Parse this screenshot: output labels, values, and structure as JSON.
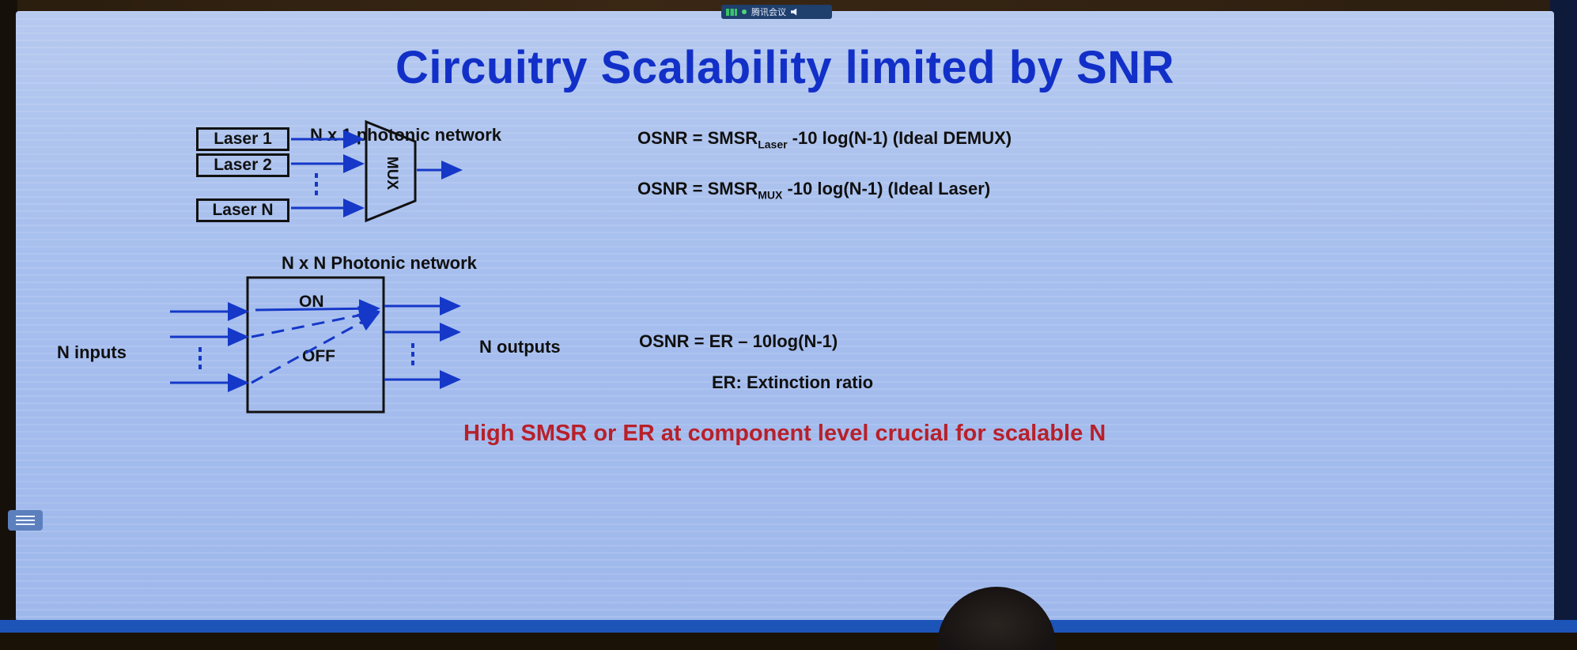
{
  "app": {
    "meeting_label": "腾讯会议"
  },
  "slide": {
    "title": "Circuitry Scalability limited by SNR",
    "network1": {
      "heading": "N x 1 photonic network",
      "lasers": [
        "Laser 1",
        "Laser 2",
        "Laser N"
      ],
      "mux_label": "MUX"
    },
    "network2": {
      "heading": "N x N Photonic network",
      "on_label": "ON",
      "off_label": "OFF",
      "inputs_label": "N inputs",
      "outputs_label": "N outputs"
    },
    "formulas": {
      "f1_prefix": "OSNR = SMSR",
      "f1_sub": "Laser",
      "f1_suffix": " -10 log(N-1) (Ideal DEMUX)",
      "f2_prefix": "OSNR = SMSR",
      "f2_sub": "MUX",
      "f2_suffix": " -10 log(N-1)  (Ideal Laser)",
      "f3": "OSNR = ER – 10log(N-1)",
      "f3_note": "ER: Extinction ratio"
    },
    "conclusion": "High SMSR or ER at component level crucial for scalable N"
  },
  "colors": {
    "title": "#1230c8",
    "arrow": "#1538c8",
    "conclusion": "#b8202a",
    "screen": "#a7bfee"
  }
}
